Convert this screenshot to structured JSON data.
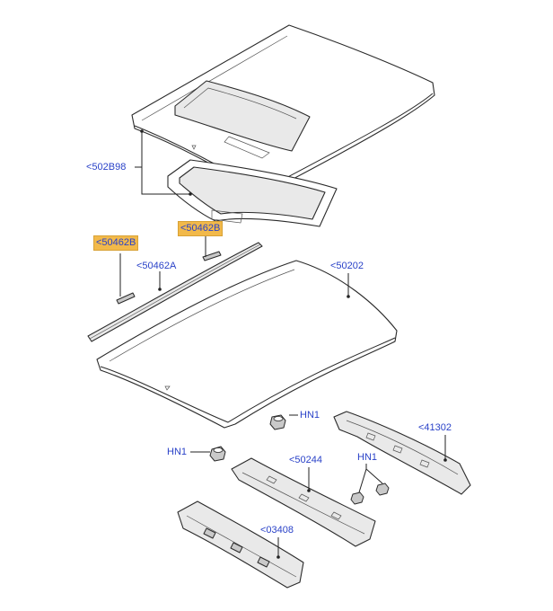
{
  "labels": {
    "l_502b98": "<502B98",
    "l_50462b_left": "<50462B",
    "l_50462b_right": "<50462B",
    "l_50462a": "<50462A",
    "l_50202": "<50202",
    "l_hn1_top": "HN1",
    "l_hn1_left": "HN1",
    "l_hn1_right": "HN1",
    "l_41302": "<41302",
    "l_50244": "<50244",
    "l_03408": "<03408"
  },
  "colors": {
    "label_text": "#2a42c8",
    "highlight": "#f2b94a",
    "line_art": "#2a2a2a"
  }
}
